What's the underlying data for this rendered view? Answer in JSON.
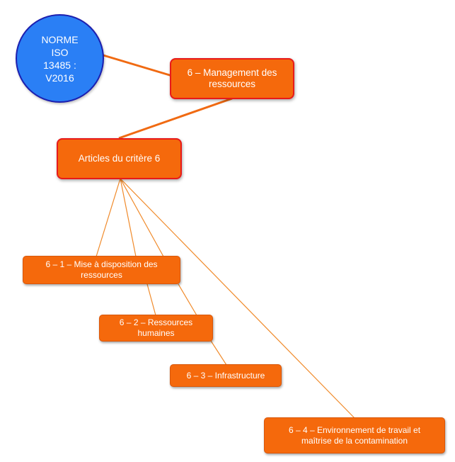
{
  "colors": {
    "root_fill": "#2a7ff5",
    "root_border": "#1c1fb0",
    "node_fill": "#f5690c",
    "main_border": "#e81a1a",
    "link_main": "#f06a12",
    "link_sub": "#f08a2a"
  },
  "nodes": {
    "root": "NORME\nISO\n13485 :\nV2016",
    "management": "6 – Management des\nressources",
    "articles": "Articles du critère 6",
    "item_61": "6 – 1 – Mise à disposition des\nressources",
    "item_62": "6 – 2 – Ressources\nhumaines",
    "item_63": "6 – 3 – Infrastructure",
    "item_64": "6 – 4 – Environnement de travail et\nmaîtrise de la contamination"
  }
}
